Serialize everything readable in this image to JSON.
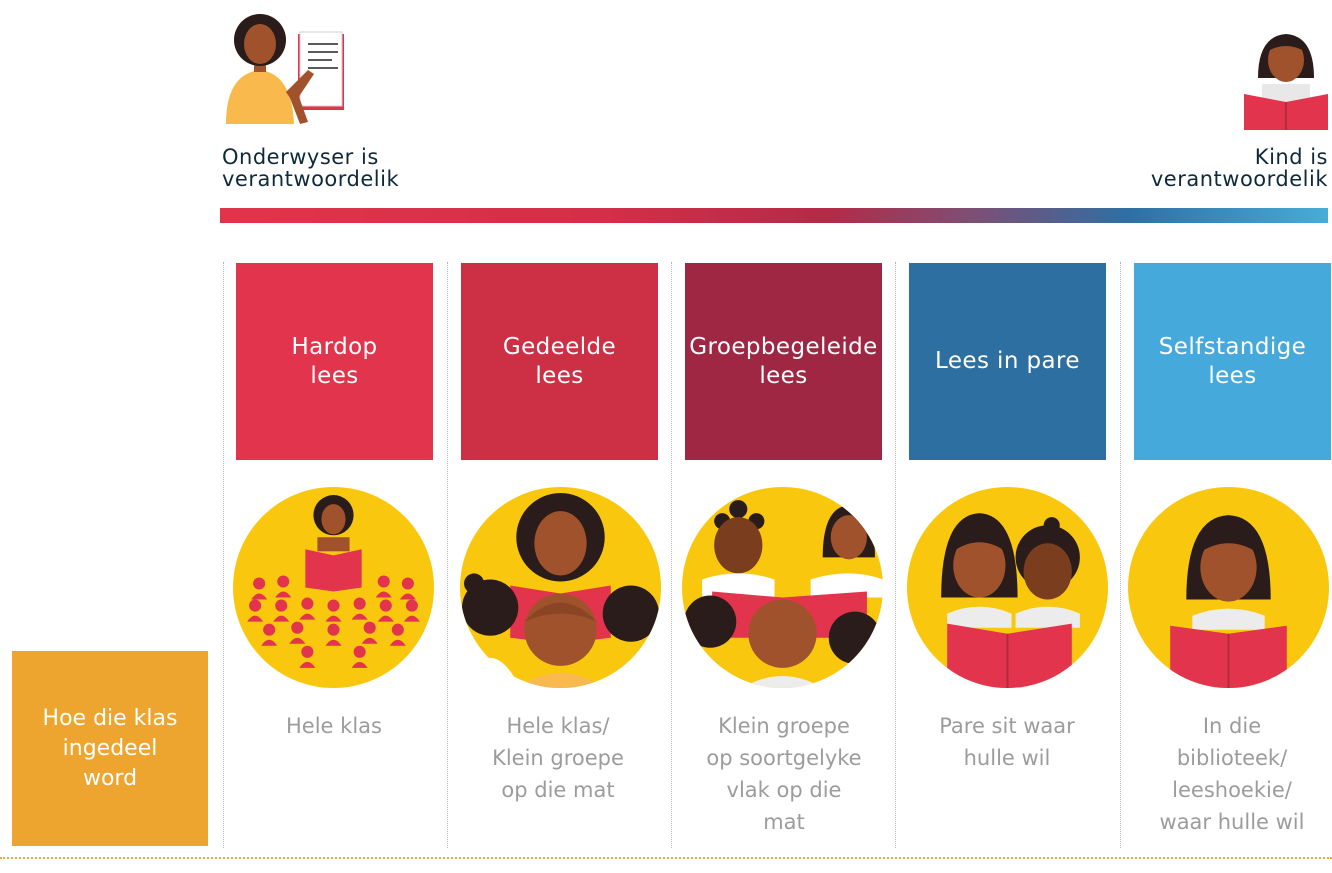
{
  "scale": {
    "left_label": "Onderwyser is\nverantwoordelik",
    "right_label": "Kind is\nverantwoordelik",
    "gradient_colors": [
      "#e1344b",
      "#b42a47",
      "#2f6fa3",
      "#48acd9"
    ]
  },
  "row_label": "Hoe die klas\ningedeel\nword",
  "columns": [
    {
      "title": "Hardop\nlees",
      "color": "#e2344c",
      "caption": "Hele klas",
      "icon": "teacher-reading-to-class-icon"
    },
    {
      "title": "Gedeelde\nlees",
      "color": "#cd2f45",
      "caption": "Hele klas/\nKlein groepe\nop die mat",
      "icon": "teacher-reading-to-group-icon"
    },
    {
      "title": "Groepbegeleide\nlees",
      "color": "#a02744",
      "caption": "Klein groepe\nop soortgelyke\nvlak op die\nmat",
      "icon": "small-group-reading-icon"
    },
    {
      "title": "Lees in pare",
      "color": "#2e6fa1",
      "caption": "Pare sit waar\nhulle wil",
      "icon": "pair-reading-icon"
    },
    {
      "title": "Selfstandige\nlees",
      "color": "#46a9dc",
      "caption": "In die\nbiblioteek/\nleeshoekie/\nwaar hulle wil",
      "icon": "child-reading-alone-icon"
    }
  ],
  "colors": {
    "circle_bg": "#f9c80e",
    "book": "#e2344c",
    "skin": "#a0522d",
    "hair": "#2a1c1a",
    "divider": "#f0a93c",
    "row_label_bg": "#eea52f"
  }
}
